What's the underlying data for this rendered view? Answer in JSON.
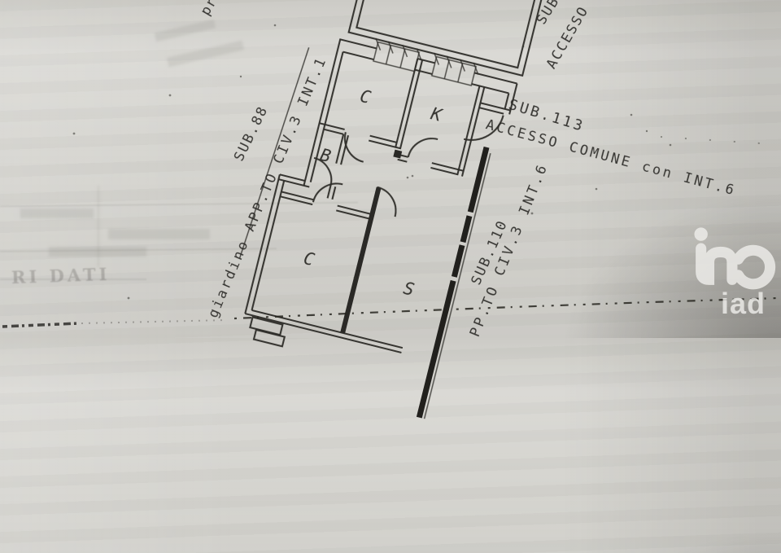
{
  "plan": {
    "annotations": {
      "top_edge_partial": "pr",
      "top_right_line1": "SUB",
      "top_right_line2": "ACCESSO",
      "sub113_line1": "SUB.113",
      "sub113_line2": "ACCESSO COMUNE con INT.6",
      "sub88": "SUB.88",
      "giardino": "giardino APP.TO CIV.3 INT.1",
      "sub110_line1": "SUB.110",
      "sub110_line2": "PP.TO CIV.3 INT.6"
    },
    "rooms": [
      {
        "label": "C"
      },
      {
        "label": "K"
      },
      {
        "label": "B"
      },
      {
        "label": "C"
      },
      {
        "label": "S"
      }
    ],
    "bleed_through": {
      "partial_table_text": "RI DATI"
    }
  },
  "watermark": {
    "brand_wordmark": "iad",
    "logo_icon": "iad-ino-monogram",
    "color": "#f0efec"
  },
  "colors": {
    "paper": "#d4d3ce",
    "ink": "#2e2d29",
    "heavy_wall": "#21201d",
    "shadow_corner": "#9a9894"
  }
}
